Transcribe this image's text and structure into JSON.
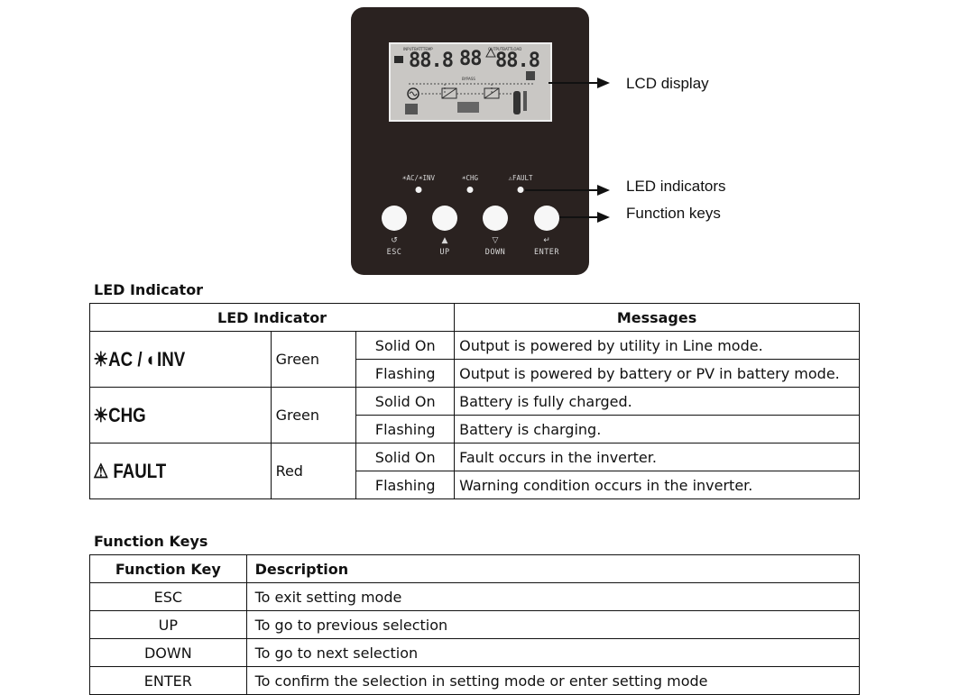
{
  "panel": {
    "callouts": {
      "lcd": "LCD display",
      "leds": "LED indicators",
      "keys": "Function keys"
    },
    "lcd_screen": {
      "input_label": "INPUTBATTTEMP",
      "output_label": "OUTPUTBATTLOAD",
      "left_digits": "88.8",
      "mid_digits": "88",
      "right_digits": "88.8",
      "bypass_label": "BYPASS"
    },
    "leds": [
      {
        "label": "☀AC/☀INV"
      },
      {
        "label": "☀CHG"
      },
      {
        "label": "⚠FAULT"
      }
    ],
    "keys": [
      {
        "symbol": "↺",
        "label": "ESC"
      },
      {
        "symbol": "▲",
        "label": "UP"
      },
      {
        "symbol": "▽",
        "label": "DOWN"
      },
      {
        "symbol": "↵",
        "label": "ENTER"
      }
    ]
  },
  "led_section": {
    "heading": "LED Indicator",
    "headers": {
      "indicator": "LED Indicator",
      "messages": "Messages"
    },
    "rows": [
      {
        "indicator": "☀AC / ◐INV",
        "color": "Green",
        "states": [
          {
            "state": "Solid On",
            "message": "Output is powered by utility in Line mode."
          },
          {
            "state": "Flashing",
            "message": "Output is powered by battery or PV in battery mode."
          }
        ]
      },
      {
        "indicator": "☀CHG",
        "color": "Green",
        "states": [
          {
            "state": "Solid On",
            "message": "Battery is fully charged."
          },
          {
            "state": "Flashing",
            "message": "Battery is charging."
          }
        ]
      },
      {
        "indicator": "⚠ FAULT",
        "color": "Red",
        "states": [
          {
            "state": "Solid On",
            "message": "Fault occurs in the inverter."
          },
          {
            "state": "Flashing",
            "message": "Warning condition occurs in the inverter."
          }
        ]
      }
    ]
  },
  "function_section": {
    "heading": "Function Keys",
    "headers": {
      "key": "Function Key",
      "description": "Description"
    },
    "rows": [
      {
        "key": "ESC",
        "description": "To exit setting mode"
      },
      {
        "key": "UP",
        "description": "To go to previous selection"
      },
      {
        "key": "DOWN",
        "description": "To go to next selection"
      },
      {
        "key": "ENTER",
        "description": "To confirm the selection in setting mode or enter setting mode"
      }
    ]
  }
}
